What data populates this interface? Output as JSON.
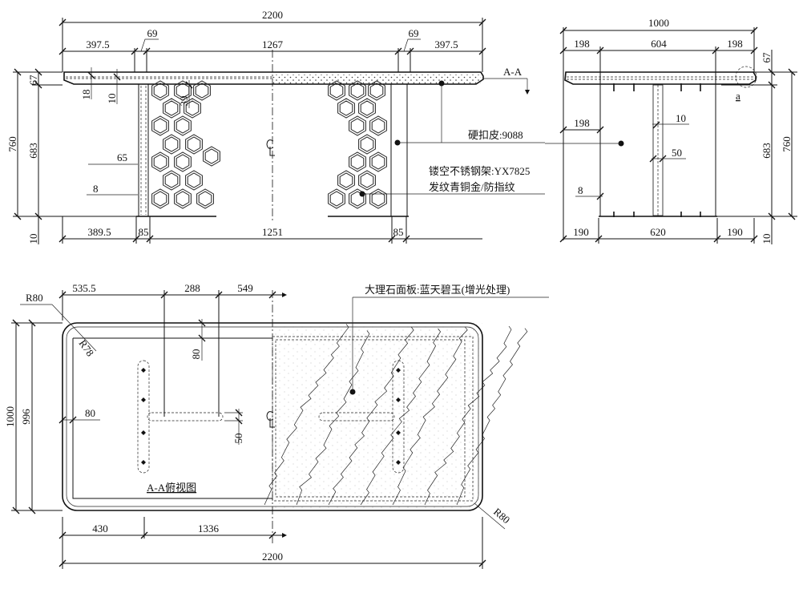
{
  "front_view": {
    "total_width": "2200",
    "overhang_left": "397.5",
    "leg_gap_left": "69",
    "top_span": "1267",
    "leg_gap_right": "69",
    "overhang_right": "397.5",
    "total_height": "760",
    "top_thickness": "67",
    "leg_height": "683",
    "dim_18": "18",
    "dim_10": "10",
    "dim_39": "39",
    "dim_65": "65",
    "dim_8": "8",
    "base_thickness": "10",
    "base_left": "389.5",
    "base_leg_left": "85",
    "base_span": "1251",
    "base_leg_right": "85",
    "section_mark": "A-A"
  },
  "callouts": {
    "leather": "硬扣皮:9088",
    "frame": "镂空不锈钢架:YX7825",
    "finish": "发纹青铜金/防指纹",
    "marble": "大理石面板:蓝天碧玉(增光处理)"
  },
  "side_view": {
    "total_width": "1000",
    "top_left": "198",
    "top_middle": "604",
    "top_right": "198",
    "top_thickness": "67",
    "leg_height": "683",
    "total_height": "760",
    "detail_mark": "a",
    "dim_198": "198",
    "dim_10": "10",
    "dim_50": "50",
    "dim_8": "8",
    "base_left": "190",
    "base_middle": "620",
    "base_right": "190",
    "base_thickness": "10"
  },
  "plan_view": {
    "dim_535_5": "535.5",
    "dim_288": "288",
    "dim_549": "549",
    "radius_outer_tl": "R80",
    "radius_inner": "R78",
    "dim_80_top": "80",
    "depth_total": "1000",
    "depth_inner": "996",
    "dim_80_left": "80",
    "dim_50": "50",
    "title": "A-A俯视图",
    "dim_430": "430",
    "dim_1336": "1336",
    "total_width": "2200",
    "radius_outer_br": "R80"
  }
}
